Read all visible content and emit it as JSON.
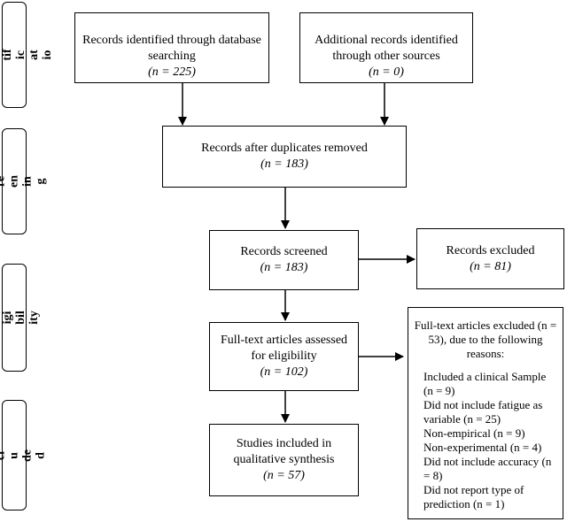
{
  "phases": [
    {
      "label": "Identification",
      "rendered": "Id\nen\ntif\nic\nat\nio"
    },
    {
      "label": "Screening",
      "rendered": "Sc\nre\nen\nin\ng"
    },
    {
      "label": "Eligibility",
      "rendered": "El\nigi\nbil\nity"
    },
    {
      "label": "Included",
      "rendered": "In\ncl\nu\nde\nd"
    }
  ],
  "boxes": {
    "database": {
      "line1": "Records identified through database",
      "line2": "searching",
      "count": "(n = 225)"
    },
    "other": {
      "line1": "Additional records identified",
      "line2": "through other sources",
      "count": "(n = 0)"
    },
    "duplicates": {
      "line1": "Records after duplicates removed",
      "count": "(n = 183)"
    },
    "screened": {
      "line1": "Records screened",
      "count": "(n = 183)"
    },
    "excluded": {
      "line1": "Records excluded",
      "count": "(n = 81)"
    },
    "fulltext": {
      "line1": "Full-text articles assessed",
      "line2": "for eligibility",
      "count": "(n = 102)"
    },
    "included": {
      "line1": "Studies included in",
      "line2": "qualitative synthesis",
      "count": "(n = 57)"
    }
  },
  "fulltext_excluded": {
    "heading": "Full-text articles excluded (n = 53), due to the following reasons:",
    "reasons": [
      "Included a clinical Sample (n = 9)",
      "Did not include fatigue as variable (n = 25)",
      "Non-empirical (n = 9)",
      "Non-experimental (n = 4)",
      "Did not include accuracy (n = 8)",
      "Did not report type of prediction (n = 1)"
    ]
  }
}
